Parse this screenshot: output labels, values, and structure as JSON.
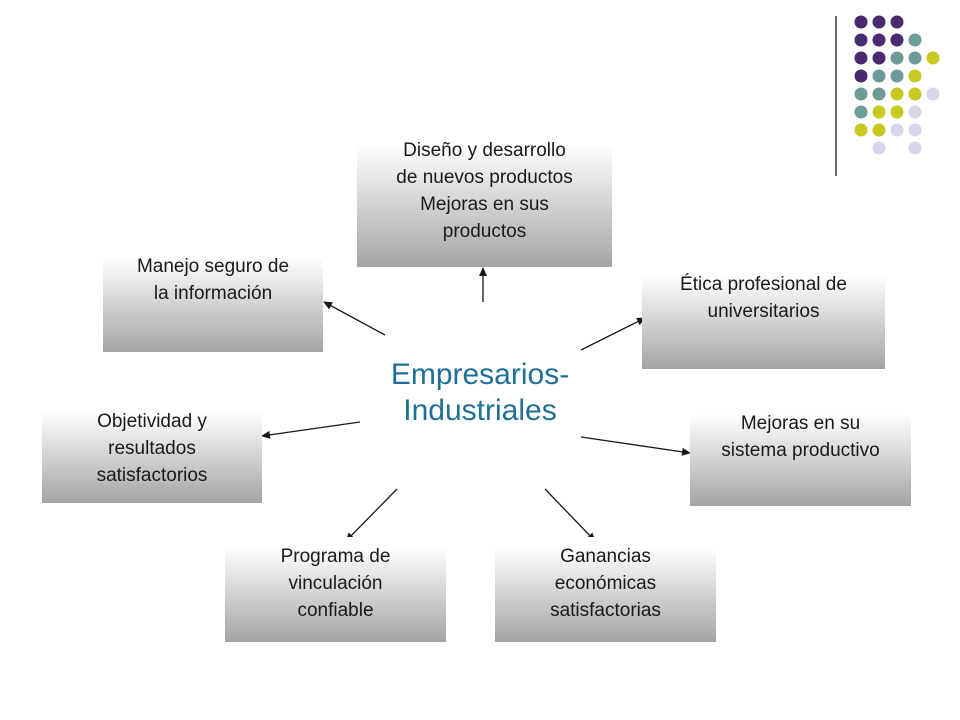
{
  "center": {
    "lines": [
      "Empresarios-",
      "Industriales"
    ]
  },
  "boxes": {
    "diseno": {
      "lines": [
        "Diseño y desarrollo",
        "de nuevos productos",
        "Mejoras en sus",
        "productos"
      ]
    },
    "manejo": {
      "lines": [
        "Manejo seguro de",
        "la información"
      ]
    },
    "etica": {
      "lines": [
        "Ética profesional de",
        "universitarios"
      ]
    },
    "objetividad": {
      "lines": [
        "Objetividad y",
        "resultados",
        "satisfactorios"
      ]
    },
    "mejoras": {
      "lines": [
        "Mejoras en su",
        "sistema productivo"
      ]
    },
    "programa": {
      "lines": [
        "Programa de",
        "vinculación",
        "confiable"
      ]
    },
    "ganancias": {
      "lines": [
        "Ganancias",
        "económicas",
        "satisfactorias"
      ]
    }
  },
  "colors": {
    "center_text": "#1f6f96",
    "arrow": "#1a1a1a",
    "box_gradient_top": "#ffffff",
    "box_gradient_bottom": "#a4a4a4",
    "dot_purple": "#4a2a6e",
    "dot_teal": "#6f9a9a",
    "dot_yellow": "#c8c822",
    "dot_lavender": "#d6d6ea"
  },
  "decoration": {
    "dot_grid": [
      [
        "purple",
        "purple",
        "purple",
        null,
        null
      ],
      [
        "purple",
        "purple",
        "purple",
        "teal",
        null
      ],
      [
        "purple",
        "purple",
        "teal",
        "teal",
        "yellow"
      ],
      [
        "purple",
        "teal",
        "teal",
        "yellow",
        null
      ],
      [
        "teal",
        "teal",
        "yellow",
        "yellow",
        "lavender"
      ],
      [
        "teal",
        "yellow",
        "yellow",
        "lavender",
        null
      ],
      [
        "yellow",
        "yellow",
        "lavender",
        "lavender",
        null
      ],
      [
        null,
        "lavender",
        null,
        "lavender",
        null
      ]
    ]
  }
}
